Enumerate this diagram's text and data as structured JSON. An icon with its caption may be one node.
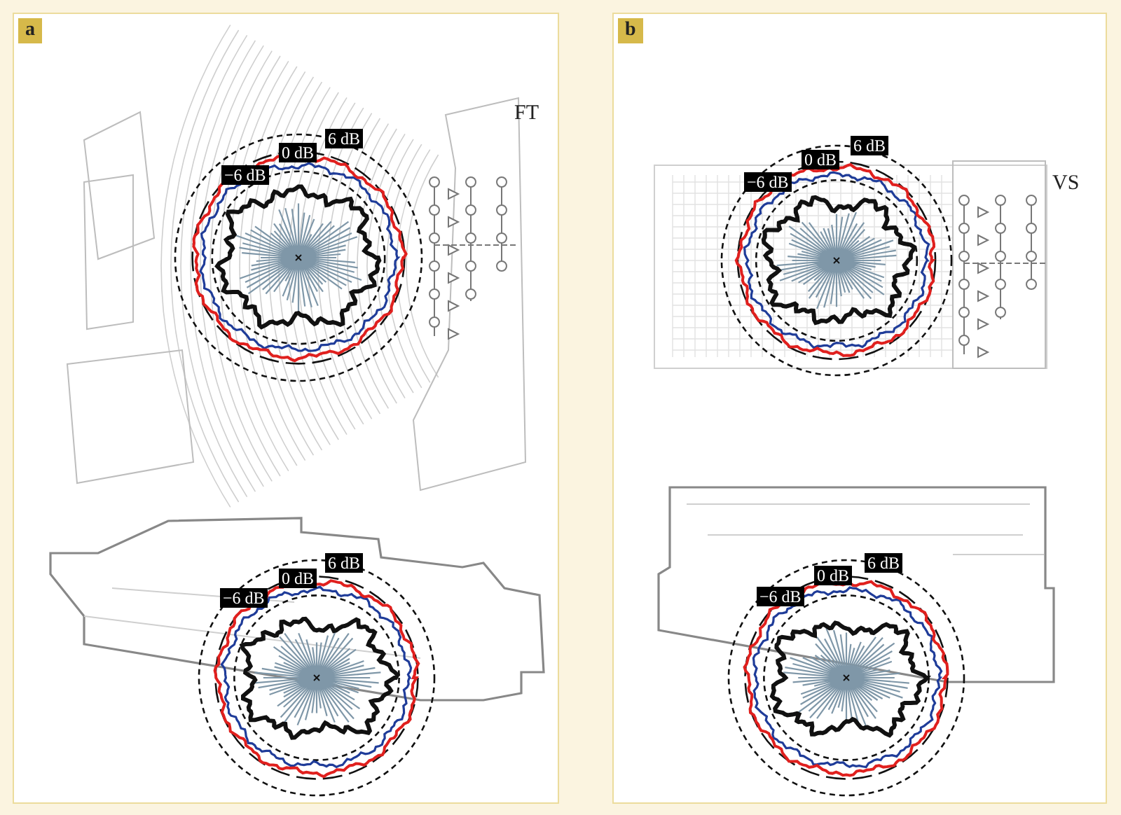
{
  "diagram": {
    "nodes": [
      {
        "text": [
          "a"
        ]
      },
      {
        "text": [
          "b"
        ]
      }
    ],
    "edges": [],
    "labels": [
      "FT",
      "6 dB",
      "0 dB",
      "−6 dB",
      "6 dB",
      "0 dB",
      "−6 dB",
      "VS",
      "6 dB",
      "0 dB",
      "−6 dB",
      "6 dB",
      "0 dB",
      "−6 dB"
    ]
  }
}
